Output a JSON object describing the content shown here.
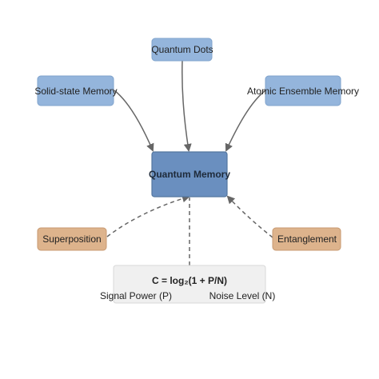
{
  "colors": {
    "technology_fill": "#94b5dc",
    "technology_stroke": "#7fa3cc",
    "center_fill": "#6a8fbf",
    "center_stroke": "#54779f",
    "phenomenon_fill": "#ddb38c",
    "phenomenon_stroke": "#c89a72",
    "formula_fill": "#f0f0f0",
    "formula_stroke": "#d8d8d8",
    "edge": "#666666"
  },
  "nodes": {
    "quantum_dots": "Quantum Dots",
    "solid_state": "Solid-state Memory",
    "atomic_ensemble": "Atomic Ensemble Memory",
    "quantum_memory": "Quantum Memory",
    "superposition": "Superposition",
    "entanglement": "Entanglement"
  },
  "formula": {
    "equation": "C = log₂(1 + P/N)",
    "signal": "Signal Power (P)",
    "noise": "Noise Level (N)"
  },
  "edges": [
    {
      "from": "quantum_dots",
      "to": "quantum_memory",
      "style": "solid"
    },
    {
      "from": "solid_state",
      "to": "quantum_memory",
      "style": "solid"
    },
    {
      "from": "atomic_ensemble",
      "to": "quantum_memory",
      "style": "solid"
    },
    {
      "from": "superposition",
      "to": "quantum_memory",
      "style": "dashed"
    },
    {
      "from": "entanglement",
      "to": "quantum_memory",
      "style": "dashed"
    },
    {
      "from": "formula",
      "to": "quantum_memory",
      "style": "dashed"
    }
  ]
}
